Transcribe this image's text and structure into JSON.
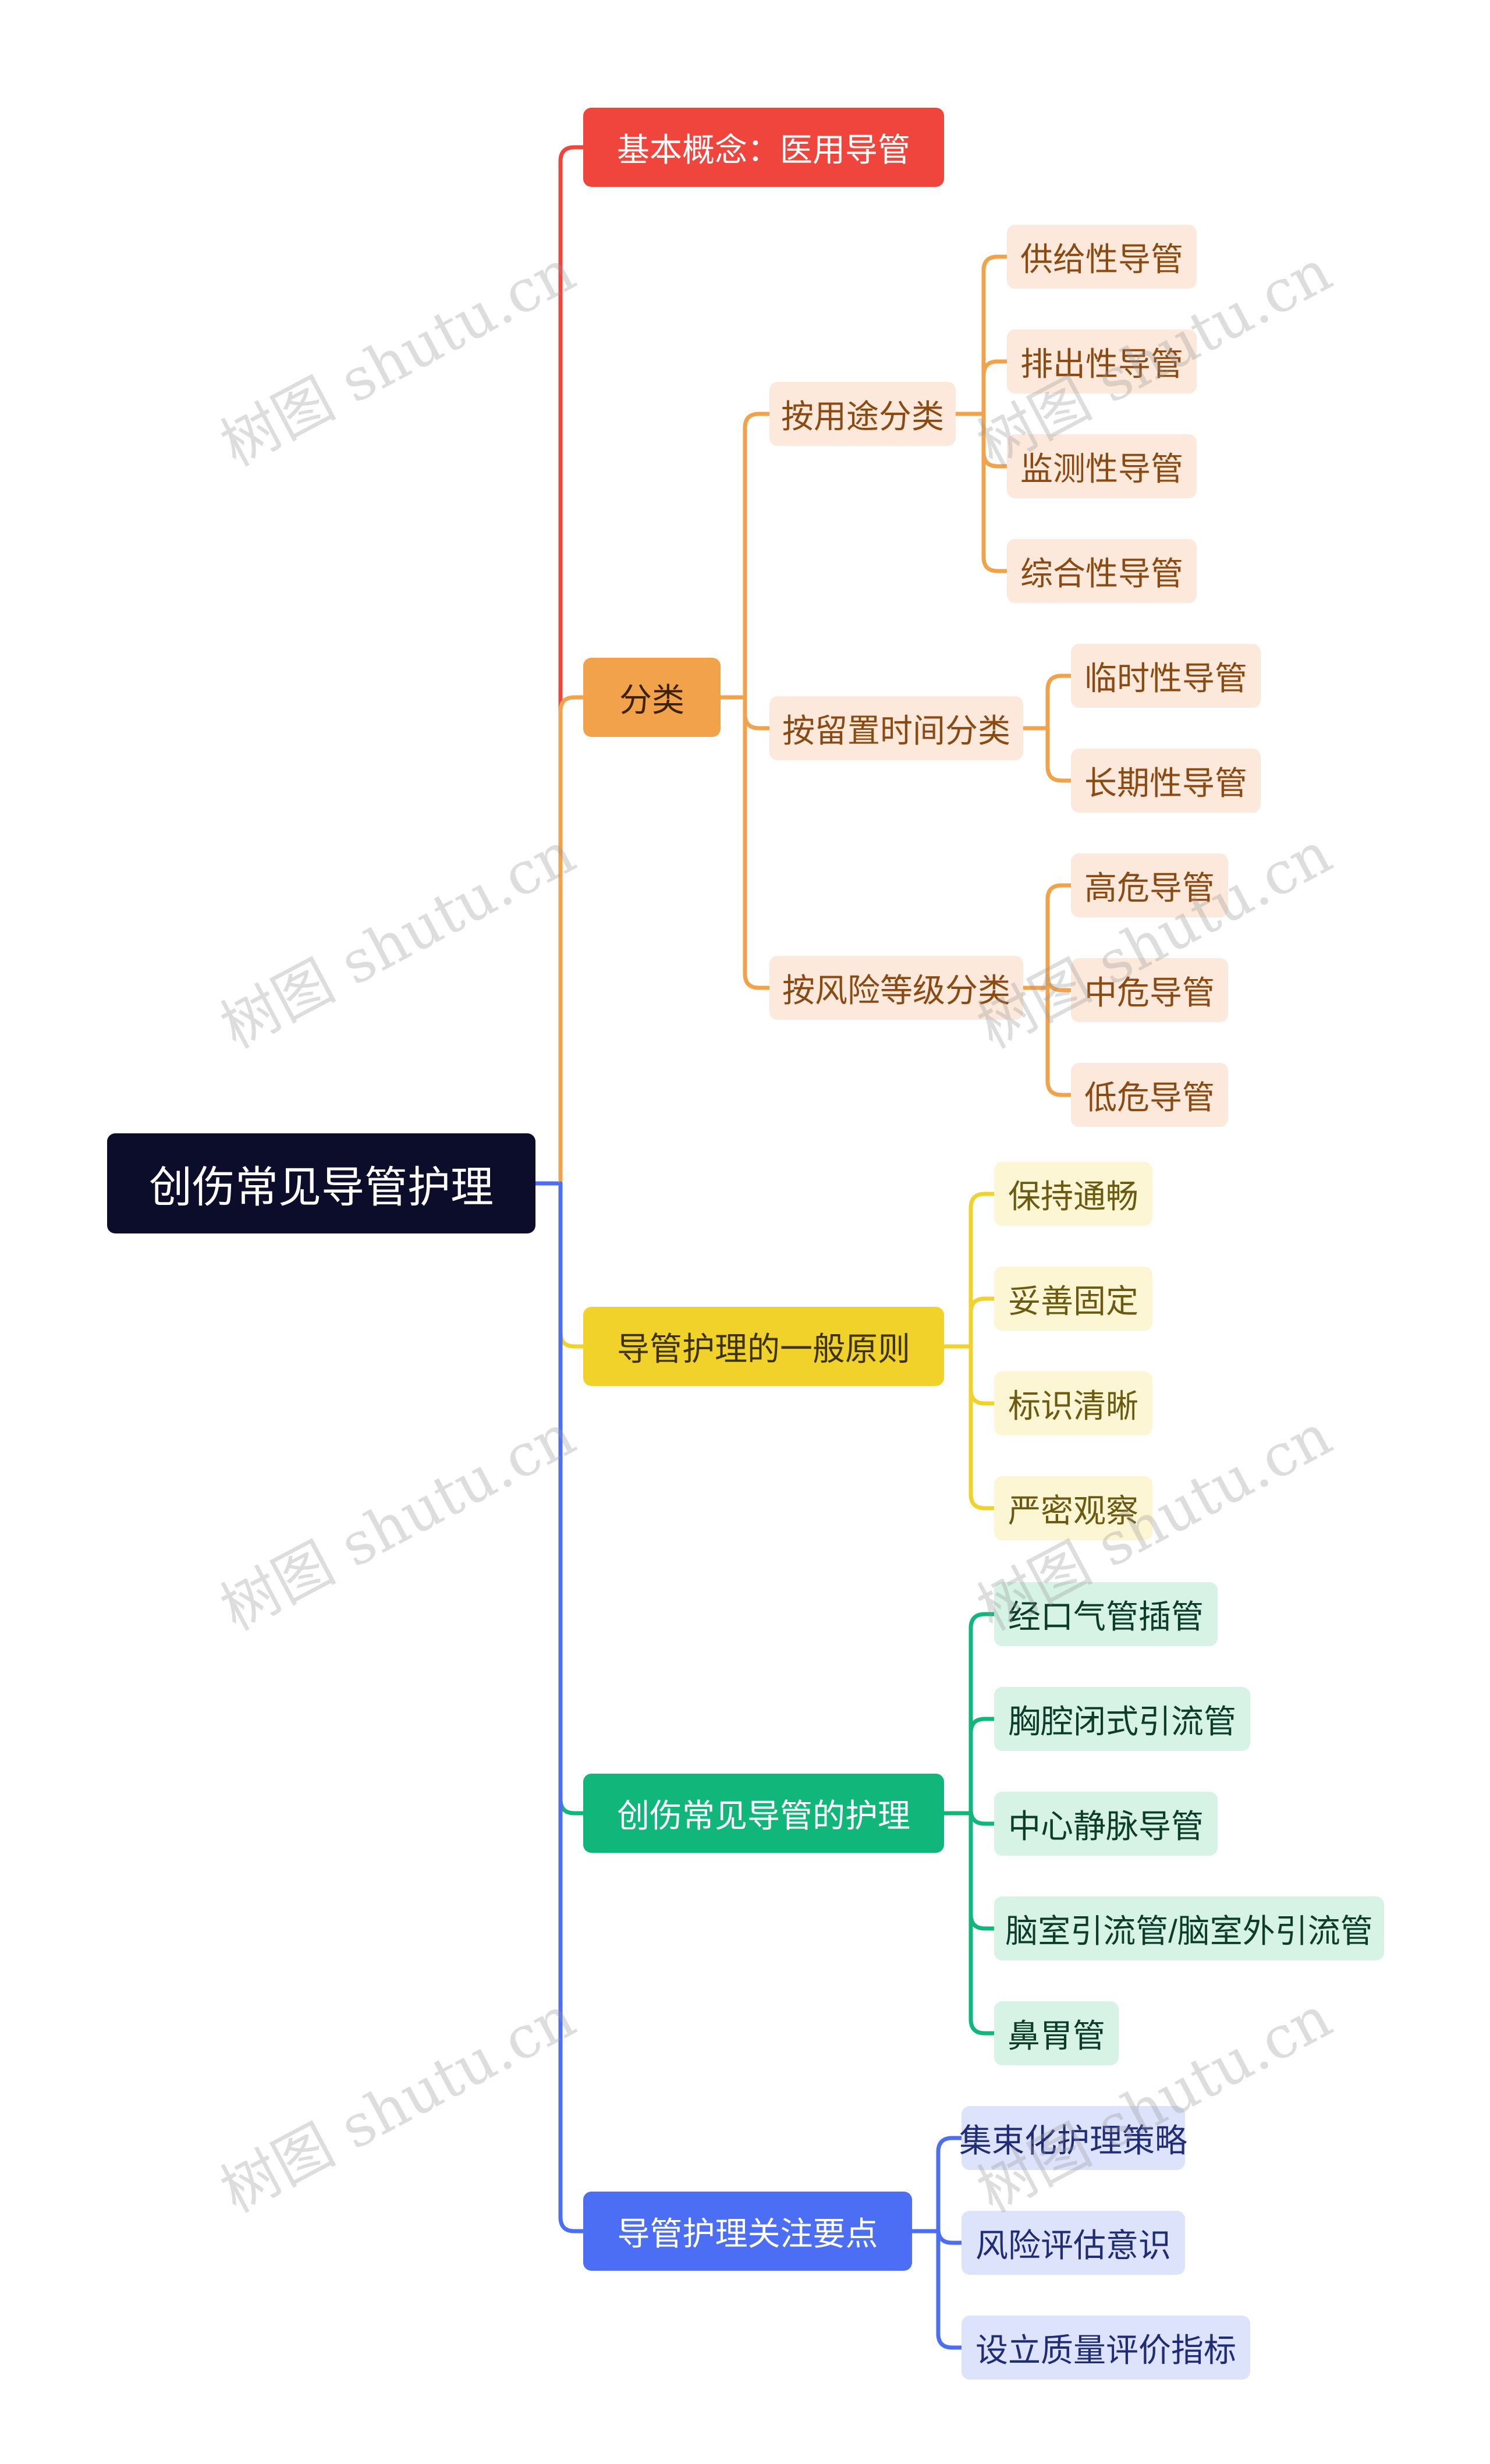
{
  "root": {
    "label": "创伤常见导管护理"
  },
  "watermark": {
    "text": "树图 shutu.cn"
  },
  "branches": [
    {
      "label": "基本概念：医用导管",
      "color": "#f0453d",
      "children": []
    },
    {
      "label": "分类",
      "color": "#f1a24a",
      "children": [
        {
          "label": "按用途分类",
          "children": [
            "供给性导管",
            "排出性导管",
            "监测性导管",
            "综合性导管"
          ]
        },
        {
          "label": "按留置时间分类",
          "children": [
            "临时性导管",
            "长期性导管"
          ]
        },
        {
          "label": "按风险等级分类",
          "children": [
            "高危导管",
            "中危导管",
            "低危导管"
          ]
        }
      ]
    },
    {
      "label": "导管护理的一般原则",
      "color": "#f0d22a",
      "children": [
        {
          "label": "保持通畅"
        },
        {
          "label": "妥善固定"
        },
        {
          "label": "标识清晰"
        },
        {
          "label": "严密观察"
        }
      ]
    },
    {
      "label": "创伤常见导管的护理",
      "color": "#10b67a",
      "children": [
        {
          "label": "经口气管插管"
        },
        {
          "label": "胸腔闭式引流管"
        },
        {
          "label": "中心静脉导管"
        },
        {
          "label": "脑室引流管/脑室外引流管"
        },
        {
          "label": "鼻胃管"
        }
      ]
    },
    {
      "label": "导管护理关注要点",
      "color": "#4c6ef5",
      "children": [
        {
          "label": "集束化护理策略"
        },
        {
          "label": "风险评估意识"
        },
        {
          "label": "设立质量评价指标"
        }
      ]
    }
  ],
  "styles": {
    "root_bg": "#0b0d2a",
    "orange_child_bg": "#fde9dc",
    "orange_child_text": "#8a4a12",
    "orange_line": "#f1a24a",
    "yellow_child_bg": "#fdf6d4",
    "yellow_child_text": "#6b5a10",
    "green_child_bg": "#d6f3e6",
    "green_child_text": "#0b3d2a",
    "blue_child_bg": "#dde3fb",
    "blue_child_text": "#1f2d77"
  }
}
